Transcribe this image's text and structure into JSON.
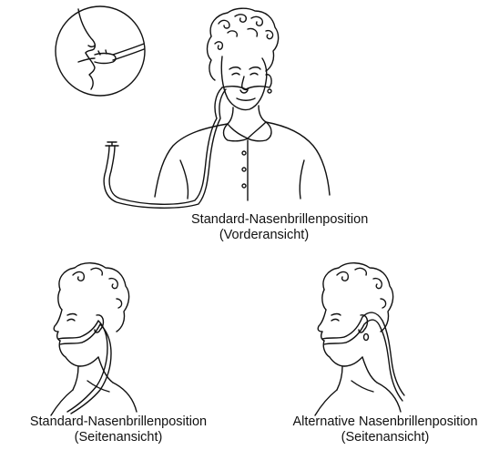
{
  "captions": {
    "front": {
      "line1": "Standard-Nasenbrillenposition",
      "line2": "(Vorderansicht)"
    },
    "side_standard": {
      "line1": "Standard-Nasenbrillenposition",
      "line2": "(Seitenansicht)"
    },
    "side_alternative": {
      "line1": "Alternative Nasenbrillenposition",
      "line2": "(Seitenansicht)"
    }
  },
  "illustrations": {
    "detail_inset": "nose-cannula-closeup",
    "front_view": "woman-front-nasal-cannula",
    "side_standard": "woman-side-cannula-over-ears",
    "side_alternative": "woman-side-cannula-behind-head"
  }
}
